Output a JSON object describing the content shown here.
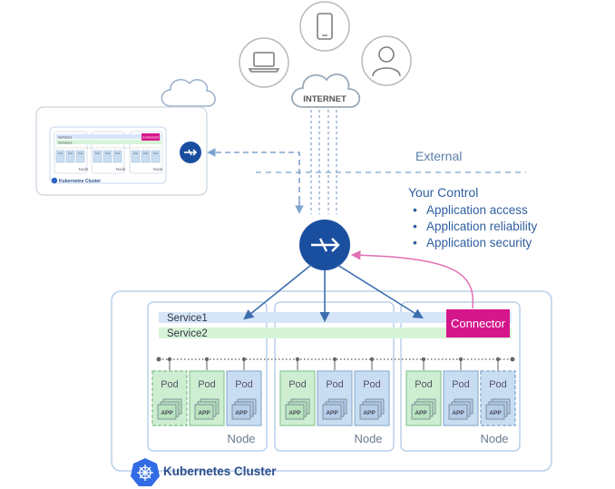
{
  "colors": {
    "accent_blue": "#1f4e9a",
    "connector_pink": "#d6168b",
    "service1_bar": "#d6e6f8",
    "service2_bar": "#d8f4d8",
    "pod_blue_fill": "#c9ddf2",
    "pod_green_fill": "#cdeed0",
    "border_light_blue": "#a9c6e6",
    "arrow_pink": "#e26fb4",
    "text_blue": "#2f5f9e"
  },
  "internet": {
    "label": "INTERNET"
  },
  "devices": [
    {
      "name": "laptop-icon"
    },
    {
      "name": "mobile-phone-icon"
    },
    {
      "name": "user-icon"
    }
  ],
  "labels": {
    "external": "External",
    "your_control": "Your Control",
    "control_items": [
      "Application access",
      "Application reliability",
      "Application security"
    ]
  },
  "cluster": {
    "title": "Kubernetes Cluster",
    "service1": "Service1",
    "service2": "Service2",
    "connector": "Connector",
    "node_label": "Node",
    "pod_label": "Pod",
    "app_label": "APP"
  },
  "mini_cluster": {
    "title": "Kubernetes Cluster",
    "service1": "Service1",
    "service2": "Service2",
    "connector": "Connector",
    "node_label": "Node",
    "pod_label": "Pod"
  }
}
